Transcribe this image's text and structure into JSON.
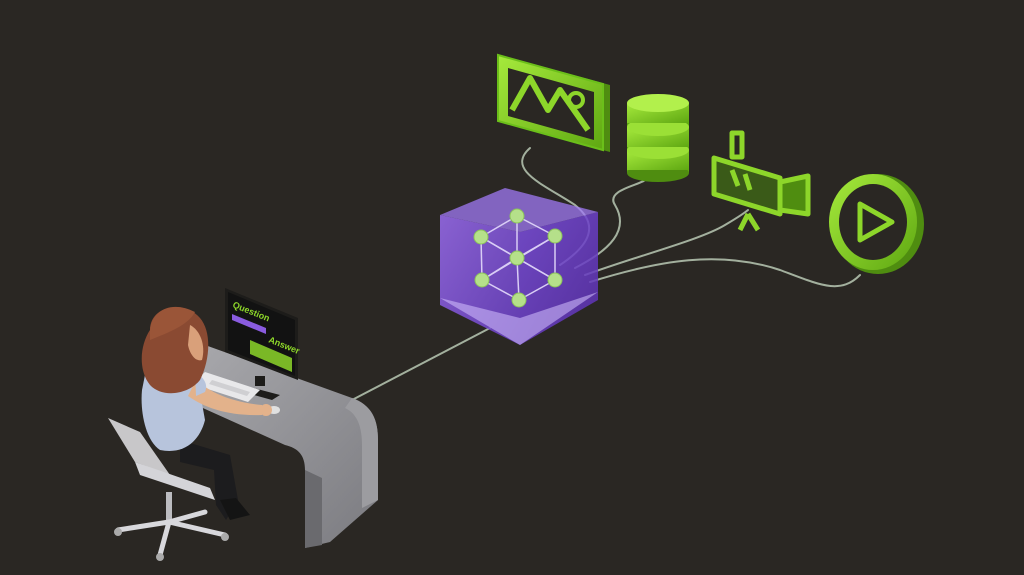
{
  "monitor": {
    "question_label": "Question",
    "answer_label": "Answer"
  },
  "colors": {
    "background": "#2a2723",
    "accent_green": "#8dd62a",
    "cube_purple": "#8a5ce0",
    "node_green": "#b5e08a",
    "desk_gray": "#8a8a8e"
  },
  "icons": [
    "image-frame-icon",
    "database-icon",
    "video-camera-icon",
    "play-button-icon",
    "neural-network-cube"
  ]
}
